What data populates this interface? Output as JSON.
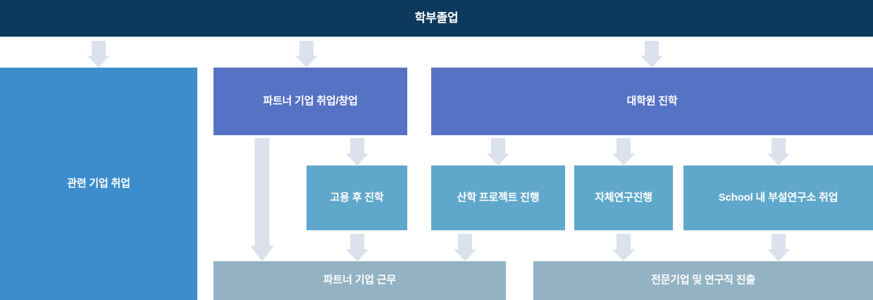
{
  "header": {
    "title": "학부졸업"
  },
  "tracks": {
    "related_company": "관련 기업 취업",
    "partner_company": "파트너 기업 취업/창업",
    "graduate_school": "대학원 진학"
  },
  "substeps": [
    {
      "label": "고용 후 진학"
    },
    {
      "label": "산학 프로젝트 진행"
    },
    {
      "label": "자체연구진행"
    },
    {
      "label": "School 내 부설연구소 취업"
    }
  ],
  "outcomes": [
    {
      "label": "파트너 기업 근무"
    },
    {
      "label": "전문기업 및 연구직 진출"
    }
  ],
  "colors": {
    "header_navy": "#0d3a5c",
    "left_blue": "#3d8dcc",
    "track_indigo": "#5672c4",
    "substep_teal": "#5fa8cb",
    "outcome_slate": "#93b3c4",
    "arrow_gray": "#dbe2ee"
  }
}
